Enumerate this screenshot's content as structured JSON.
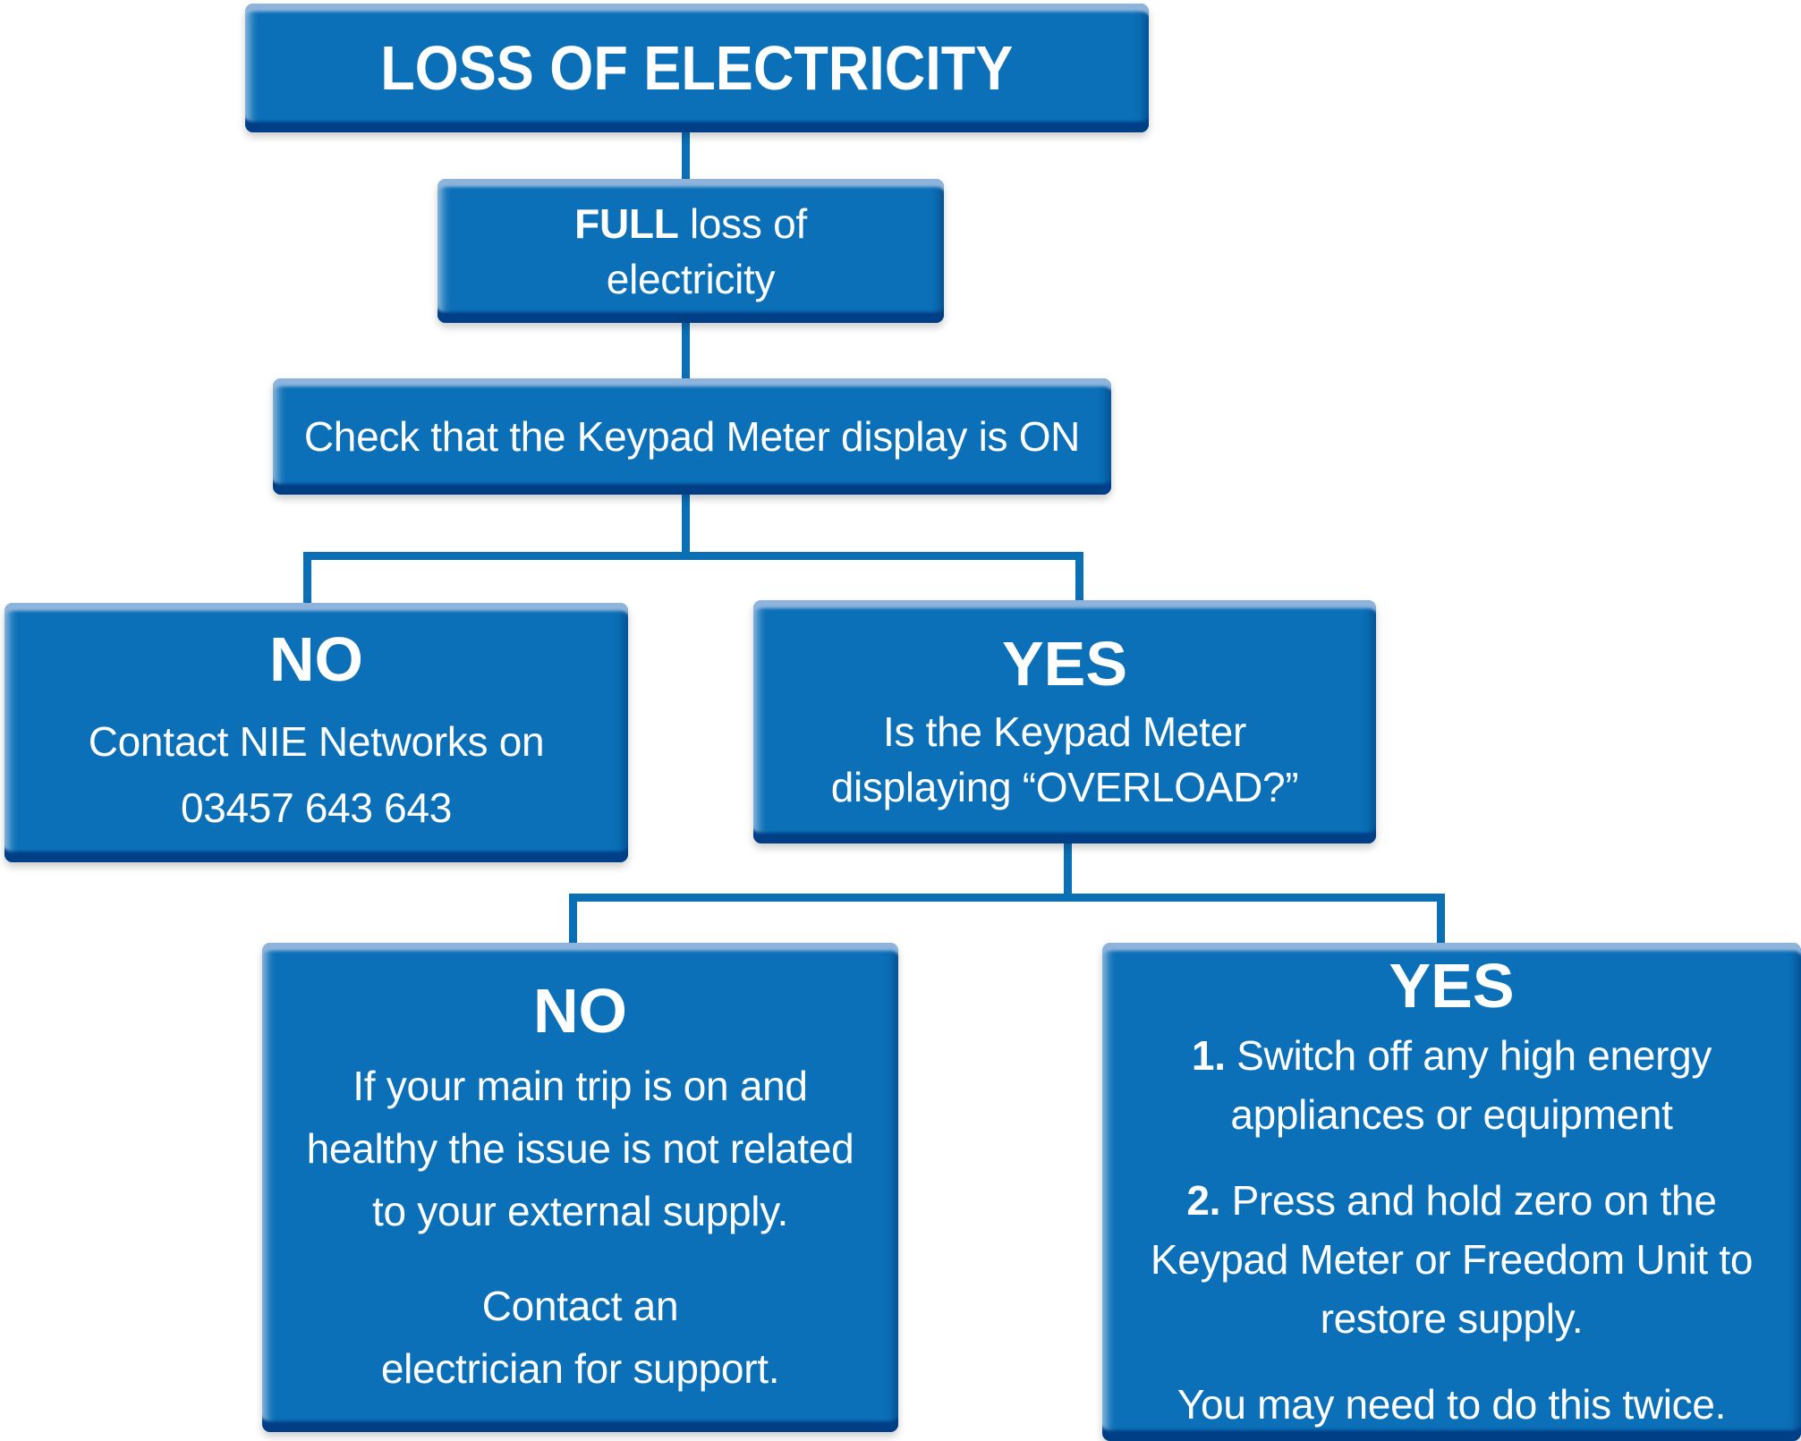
{
  "meta": {
    "diagram_type": "flowchart",
    "diagram_title": "LOSS OF ELECTRICITY"
  },
  "colors": {
    "box_fill": "#0b70b7",
    "bevel_light": "#8fb4dc",
    "bevel_dark": "#003e86",
    "connector": "#0a6fb5",
    "text": "#ffffff",
    "background": "#ffffff"
  },
  "nodes": {
    "title": {
      "label": "LOSS OF ELECTRICITY"
    },
    "full_loss": {
      "bold": "FULL",
      "text": " loss of\nelectricity"
    },
    "check_display": {
      "label": "Check that the Keypad Meter display is ON"
    },
    "no_display_off": {
      "heading": "NO",
      "body": "Contact NIE Networks on\n03457 643 643"
    },
    "yes_display_on": {
      "heading": "YES",
      "body": "Is the Keypad Meter\ndisplaying “OVERLOAD?”"
    },
    "no_overload": {
      "heading": "NO",
      "para1": "If your main trip is on and\nhealthy the issue is not related\nto your external supply.",
      "para2": "Contact an\nelectrician for support."
    },
    "yes_overload": {
      "heading": "YES",
      "step1_num": "1.",
      "step1_text": " Switch off any high energy\nappliances or equipment",
      "step2_num": "2.",
      "step2_text": " Press and hold zero on the\nKeypad Meter or Freedom Unit to\nrestore supply.",
      "note": "You may need to do this twice."
    }
  }
}
